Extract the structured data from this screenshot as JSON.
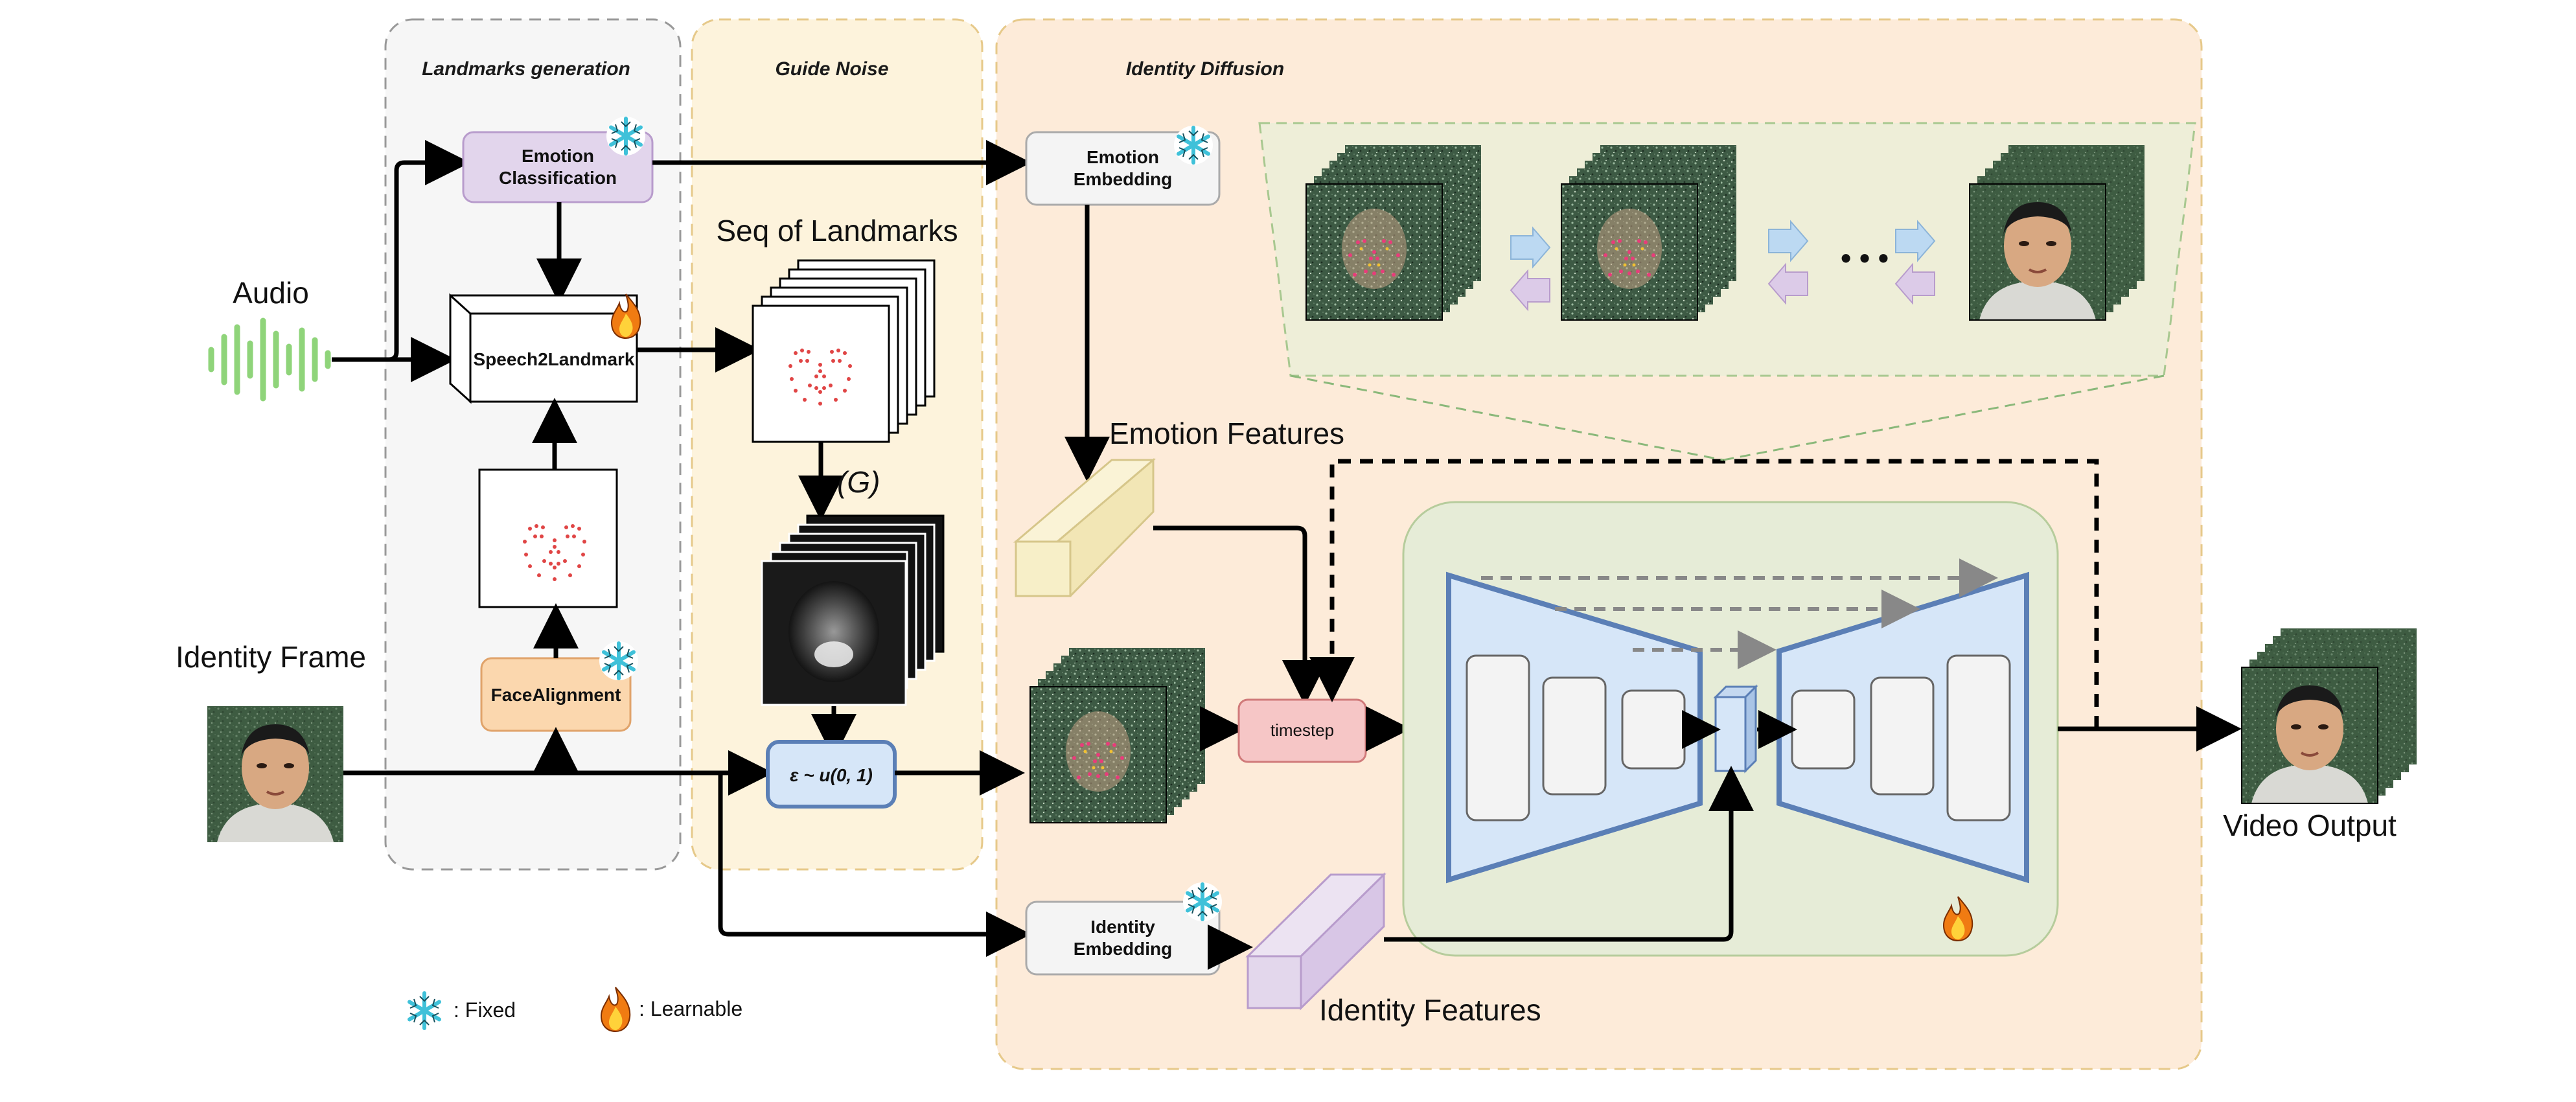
{
  "sections": {
    "landmarks": "Landmarks generation",
    "guide": "Guide Noise",
    "identity": "Identity Diffusion"
  },
  "inputs": {
    "audio": "Audio",
    "identity_frame": "Identity Frame"
  },
  "blocks": {
    "emotion_classification_l1": "Emotion",
    "emotion_classification_l2": "Classification",
    "speech2landmark": "Speech2Landmark",
    "face_alignment": "FaceAlignment",
    "emotion_embedding_l1": "Emotion",
    "emotion_embedding_l2": "Embedding",
    "identity_embedding_l1": "Identity",
    "identity_embedding_l2": "Embedding",
    "timestep": "timestep",
    "noise_formula": "ε ~ u(0, 1)"
  },
  "labels": {
    "seq_landmarks": "Seq of Landmarks",
    "gaussian": "(G)",
    "emotion_features": "Emotion Features",
    "identity_features": "Identity Features",
    "video_output": "Video Output",
    "ellipsis": "• • •"
  },
  "legend": {
    "fixed": ": Fixed",
    "learnable": ": Learnable"
  },
  "colors": {
    "landmarks_bg": "#f6f6f6",
    "guide_bg": "#fdf3dc",
    "identity_bg": "#fdebd9",
    "unet_bg": "#e6ecd7",
    "unet_blue": "#d6e6f8",
    "unet_stroke": "#5b7fb6",
    "emotion_class": "#e2d5ec",
    "face_align": "#fbd7ae",
    "timestep": "#f6c6c6",
    "noise_box": "#d6e6f8",
    "emotion_feat": "#f7efc8",
    "identity_feat": "#e3d7ec",
    "audio_wave": "#8fd47a",
    "snowflake": "#3fc1d9",
    "flame": "#f07b12",
    "landmark_dots": "#e04545"
  },
  "icons": [
    "snowflake-icon",
    "flame-icon",
    "audio-wave-icon",
    "face-image"
  ]
}
